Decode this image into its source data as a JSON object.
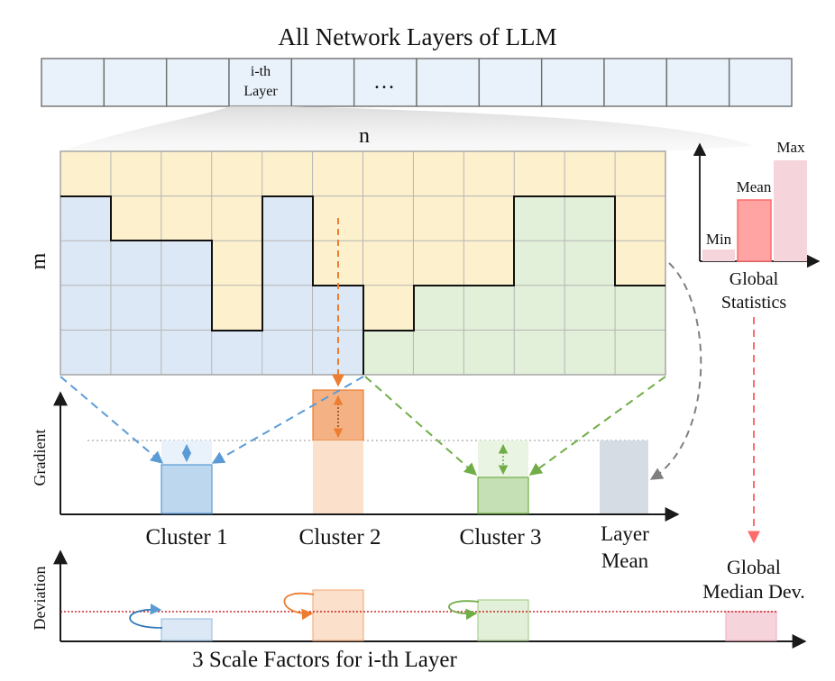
{
  "top": {
    "title": "All Network Layers of LLM",
    "layer_line1": "i-th",
    "layer_line2": "Layer",
    "ellipsis": "…",
    "cells": 12,
    "highlight_index": 3,
    "ellipsis_index": 5
  },
  "matrix": {
    "n_label": "n",
    "m_label": "m",
    "columns": 12,
    "rows": 5
  },
  "global_stats": {
    "min_label": "Min",
    "mean_label": "Mean",
    "max_label": "Max",
    "caption_line1": "Global",
    "caption_line2": "Statistics"
  },
  "gradient_chart": {
    "ylabel": "Gradient",
    "bars": [
      {
        "label_line1": "Cluster 1",
        "label_line2": ""
      },
      {
        "label_line1": "Cluster 2",
        "label_line2": ""
      },
      {
        "label_line1": "Cluster 3",
        "label_line2": ""
      },
      {
        "label_line1": "Layer",
        "label_line2": "Mean"
      }
    ]
  },
  "deviation_chart": {
    "ylabel": "Deviation",
    "xlabel": "3 Scale Factors for i-th Layer",
    "global_line1": "Global",
    "global_line2": "Median Dev."
  },
  "colors": {
    "blue_fill": "#dce8f5",
    "yellow_fill": "#fdf0cc",
    "green_fill": "#e2efd9",
    "blue_accent": "#5b9bd5",
    "orange_accent": "#ed7d31",
    "green_accent": "#70ad47",
    "gray_accent": "#7f7f7f",
    "red_accent": "#ff6b6b"
  }
}
